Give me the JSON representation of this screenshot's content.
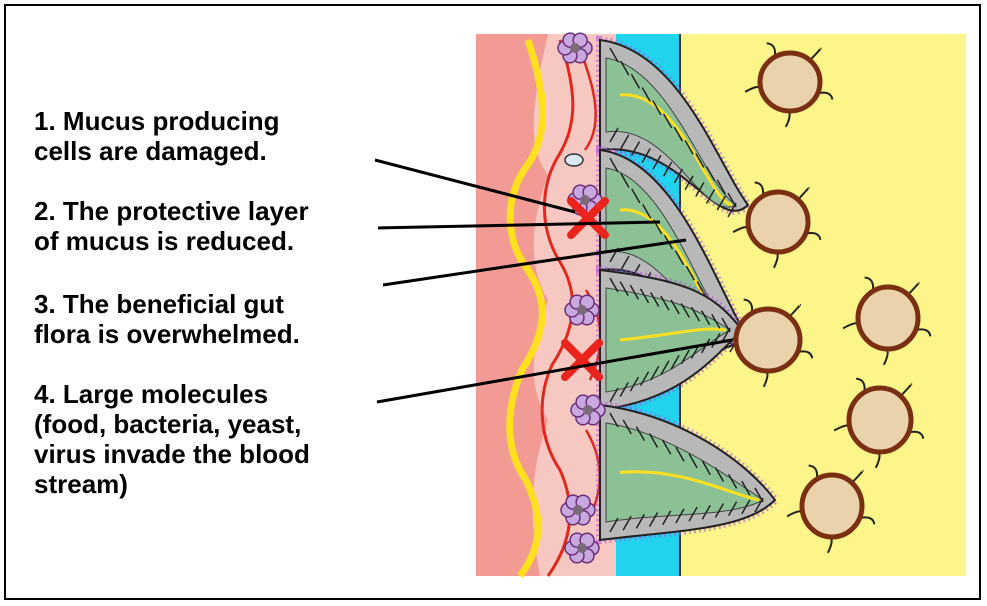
{
  "labels": [
    {
      "lines": [
        "1.  Mucus producing",
        "cells are damaged."
      ]
    },
    {
      "lines": [
        "2.  The protective layer",
        "of mucus is reduced."
      ]
    },
    {
      "lines": [
        "3.  The beneficial gut",
        "flora is overwhelmed."
      ]
    },
    {
      "lines": [
        "4.  Large molecules",
        "(food, bacteria, yeast,",
        "virus invade the blood",
        "stream)"
      ]
    }
  ],
  "colors": {
    "blood_layer": "#f29a94",
    "mucosa_band": "#f7c7c2",
    "blood_vessel": "#e0291d",
    "lymph_vessel": "#ffe020",
    "mucus_layer": "#22d3ee",
    "lumen": "#fbf58a",
    "villus_cell": "#b8b8b8",
    "flora_green": "#8cc196",
    "bacteria_purple": "#b04fe0",
    "damage_x": "#e8241c",
    "molecule_fill": "#ead3ab",
    "molecule_ring": "#7a2f12"
  }
}
